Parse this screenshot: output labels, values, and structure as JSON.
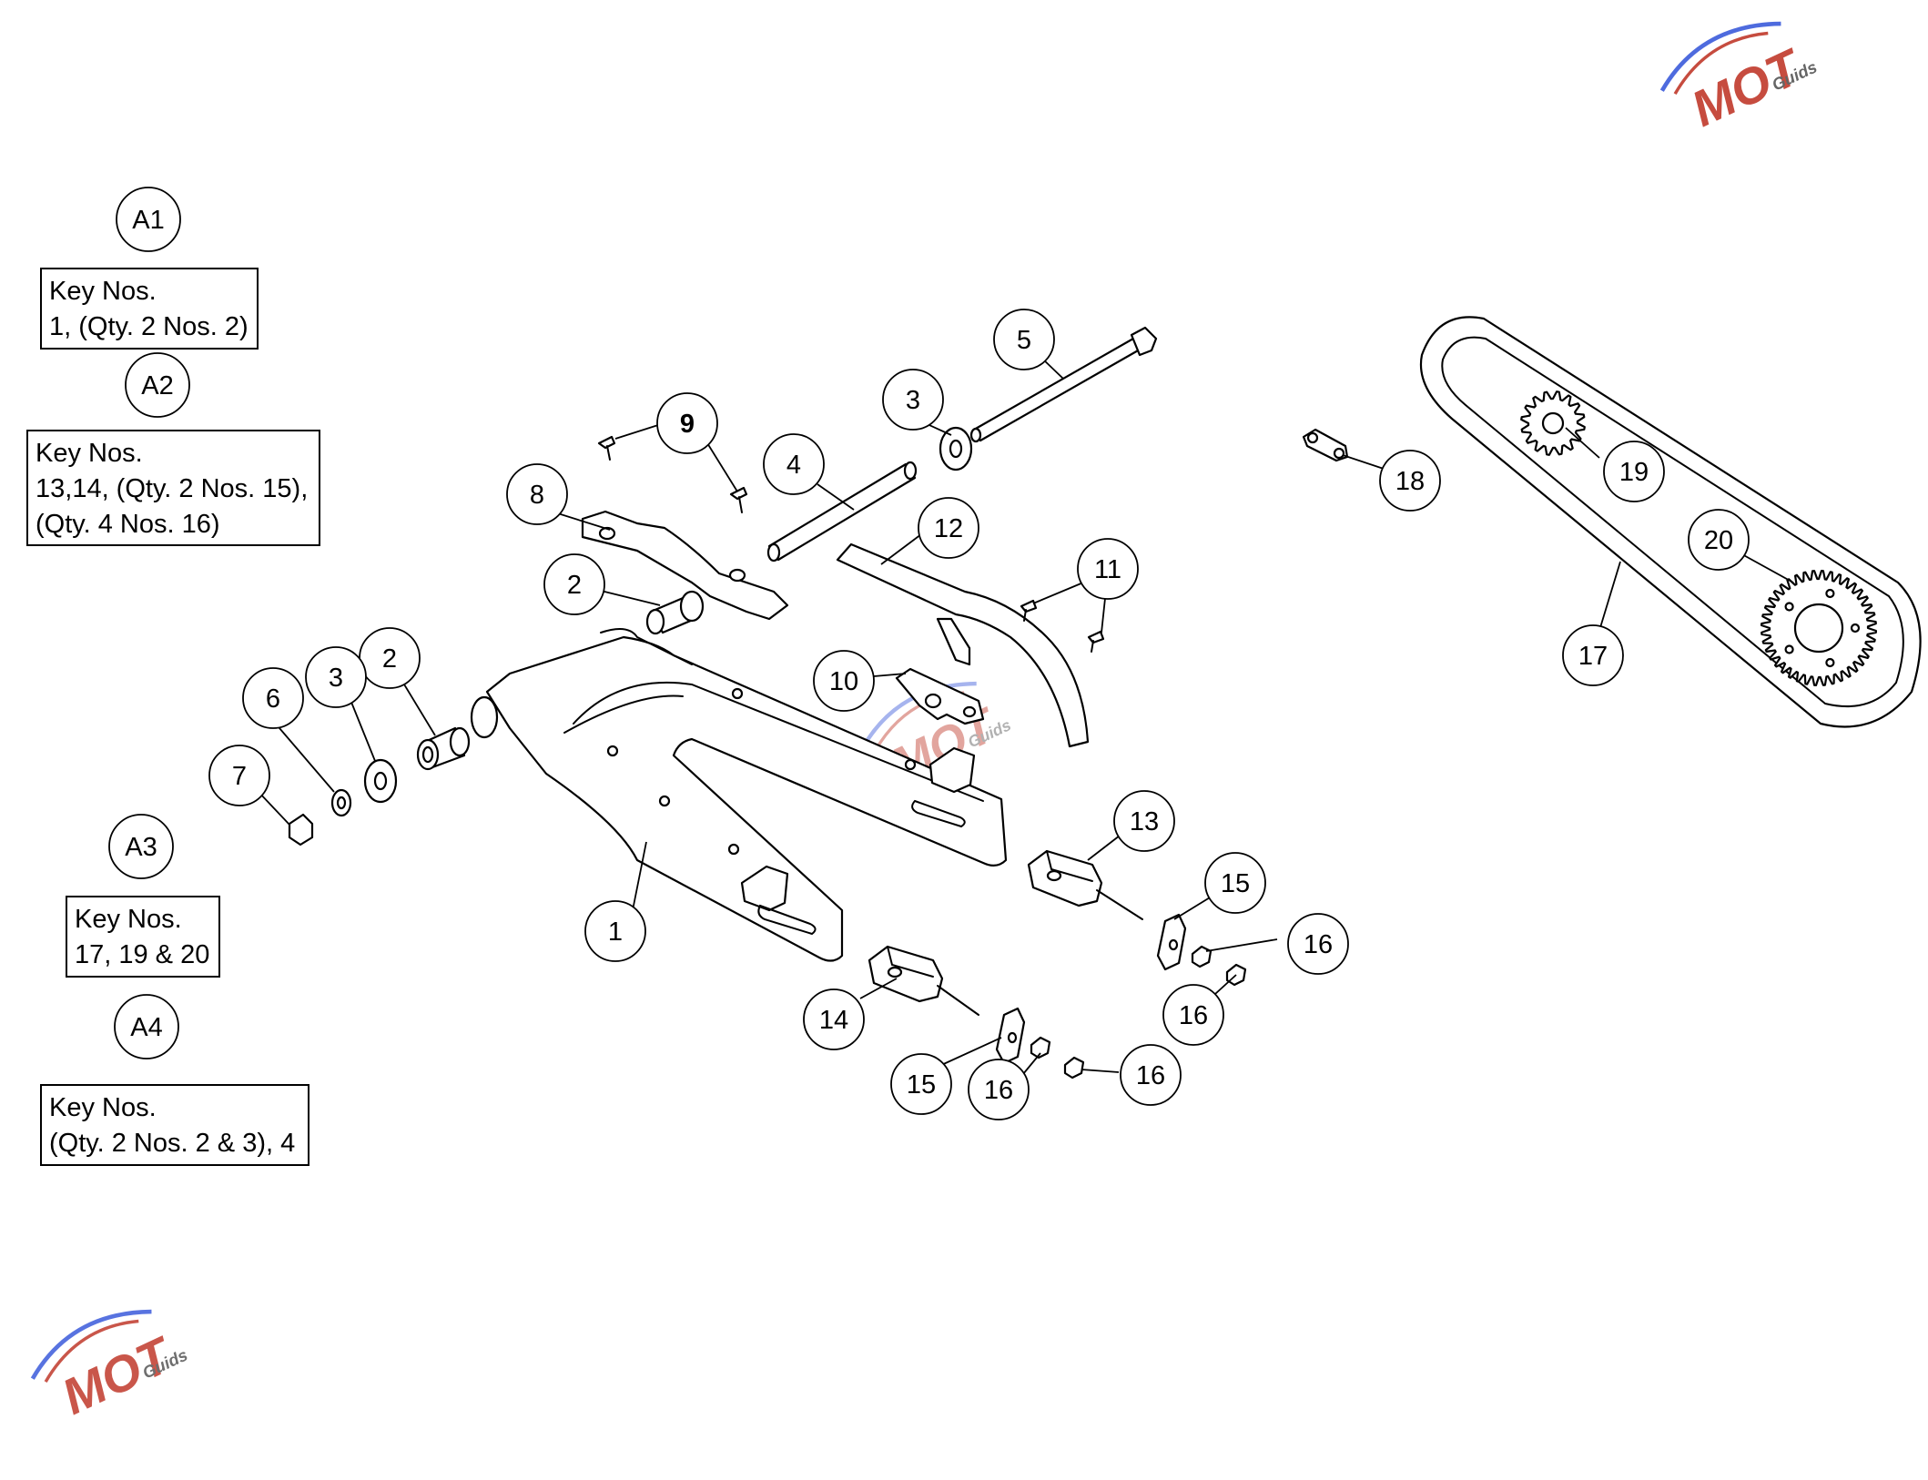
{
  "assemblies": [
    {
      "id": "A1",
      "label": "A1",
      "lines": [
        "Key Nos.",
        "1, (Qty. 2 Nos. 2)"
      ]
    },
    {
      "id": "A2",
      "label": "A2",
      "lines": [
        "Key Nos.",
        "13,14, (Qty. 2 Nos. 15),",
        "(Qty. 4 Nos. 16)"
      ]
    },
    {
      "id": "A3",
      "label": "A3",
      "lines": [
        "Key Nos.",
        "17, 19 & 20"
      ]
    },
    {
      "id": "A4",
      "label": "A4",
      "lines": [
        "Key Nos.",
        "(Qty. 2 Nos. 2 & 3), 4"
      ]
    }
  ],
  "callouts": {
    "swingarm": "1",
    "bush_front": "2",
    "bush_left": "2",
    "washer_left": "3",
    "washer_right": "3",
    "spacer_tube": "4",
    "pivot_bolt": "5",
    "small_washer": "6",
    "nut": "7",
    "bracket": "8",
    "screws": "9",
    "chain_guide_plate": "10",
    "screws_11": "11",
    "chain_guard": "12",
    "adjuster_right": "13",
    "adjuster_left": "14",
    "plate_right": "15",
    "plate_left": "15",
    "nut_16a": "16",
    "nut_16b": "16",
    "nut_16c": "16",
    "nut_16d": "16",
    "chain": "17",
    "chain_link": "18",
    "front_sprocket": "19",
    "rear_sprocket": "20"
  },
  "watermark": {
    "brand": "MOT",
    "sub": "Guids",
    "colors": {
      "red": "#c0392b",
      "blue": "#3b5bdb",
      "gray": "#555555"
    }
  }
}
